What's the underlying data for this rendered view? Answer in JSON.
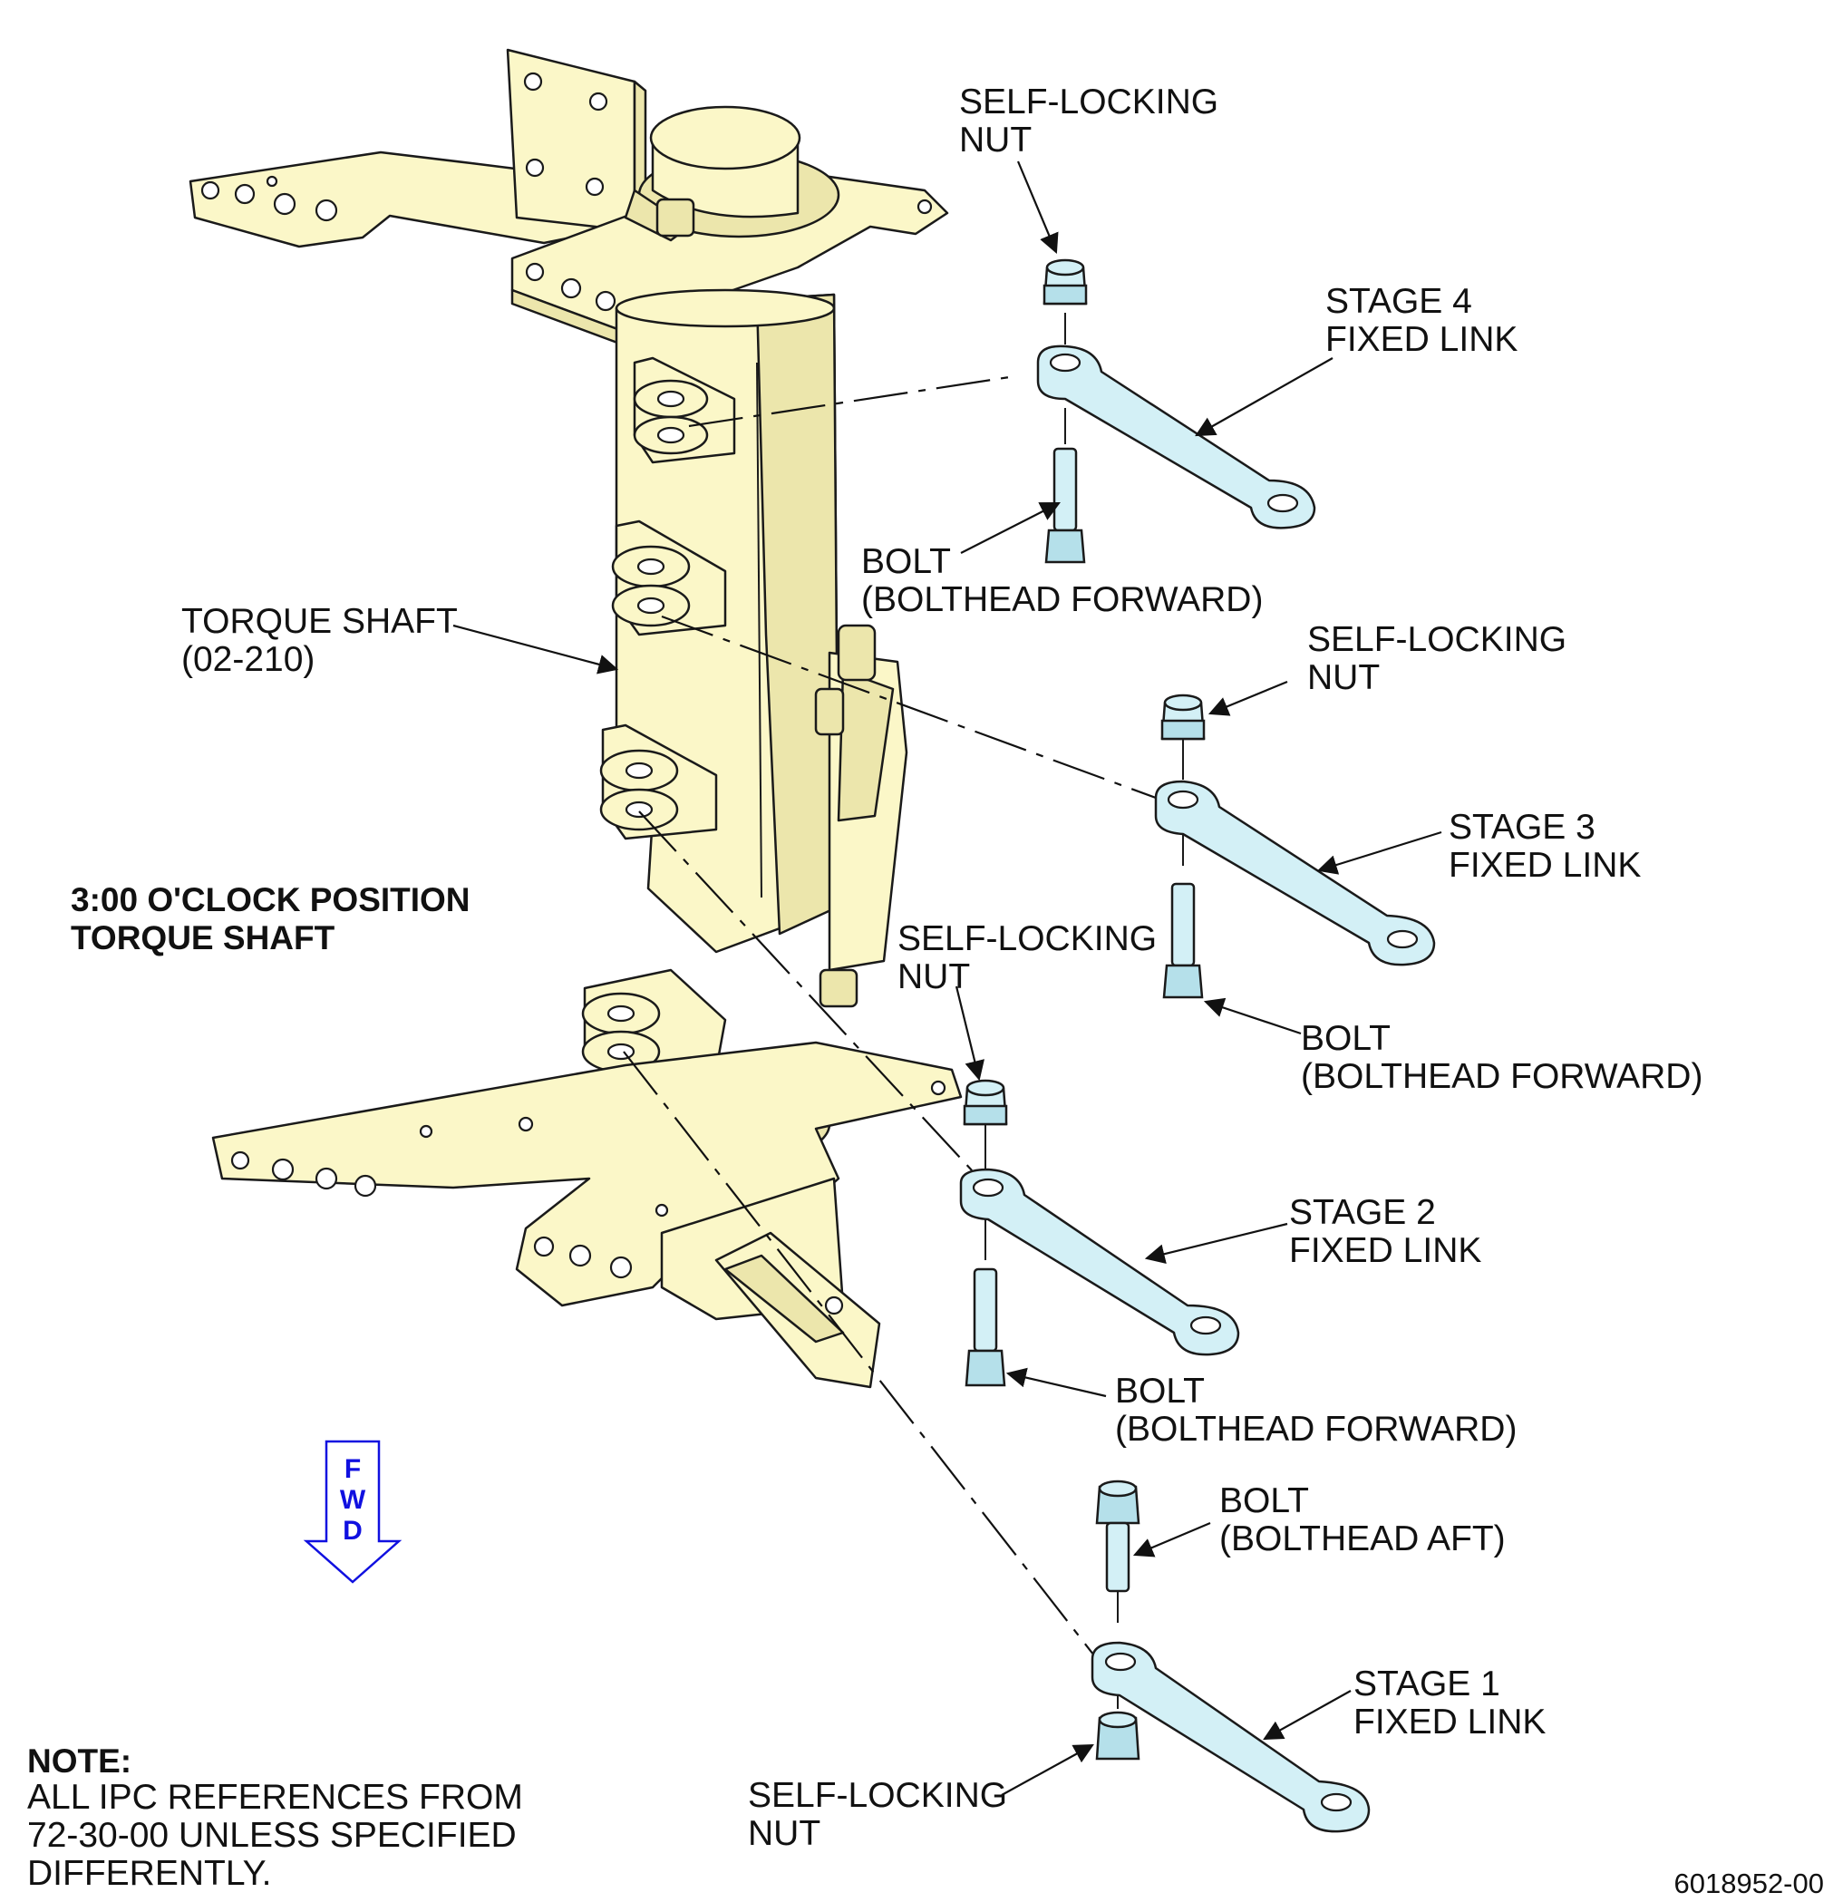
{
  "labels": {
    "nut_stage4": [
      "SELF-LOCKING",
      "NUT"
    ],
    "link_stage4": [
      "STAGE 4",
      "FIXED LINK"
    ],
    "bolt_stage4": [
      "BOLT",
      "(BOLTHEAD FORWARD)"
    ],
    "torque_shaft": [
      "TORQUE SHAFT",
      "(02-210)"
    ],
    "nut_stage3": [
      "SELF-LOCKING",
      "NUT"
    ],
    "link_stage3": [
      "STAGE 3",
      "FIXED LINK"
    ],
    "position": [
      "3:00 O'CLOCK POSITION",
      "TORQUE SHAFT"
    ],
    "nut_stage2": [
      "SELF-LOCKING",
      "NUT"
    ],
    "bolt_stage3": [
      "BOLT",
      "(BOLTHEAD FORWARD)"
    ],
    "link_stage2": [
      "STAGE 2",
      "FIXED LINK"
    ],
    "bolt_stage2": [
      "BOLT",
      "(BOLTHEAD FORWARD)"
    ],
    "bolt_stage1": [
      "BOLT",
      "(BOLTHEAD AFT)"
    ],
    "link_stage1": [
      "STAGE 1",
      "FIXED LINK"
    ],
    "nut_stage1": [
      "SELF-LOCKING",
      "NUT"
    ]
  },
  "fwd_arrow": [
    "F",
    "W",
    "D"
  ],
  "note": {
    "heading": "NOTE:",
    "lines": [
      "ALL IPC REFERENCES FROM",
      "72-30-00 UNLESS SPECIFIED",
      "DIFFERENTLY."
    ]
  },
  "figure_id": "6018952-00",
  "colors": {
    "shaft_fill": "#fbf7c8",
    "link_fill": "#d3f0f6",
    "fwd_arrow": "#1010e0"
  }
}
